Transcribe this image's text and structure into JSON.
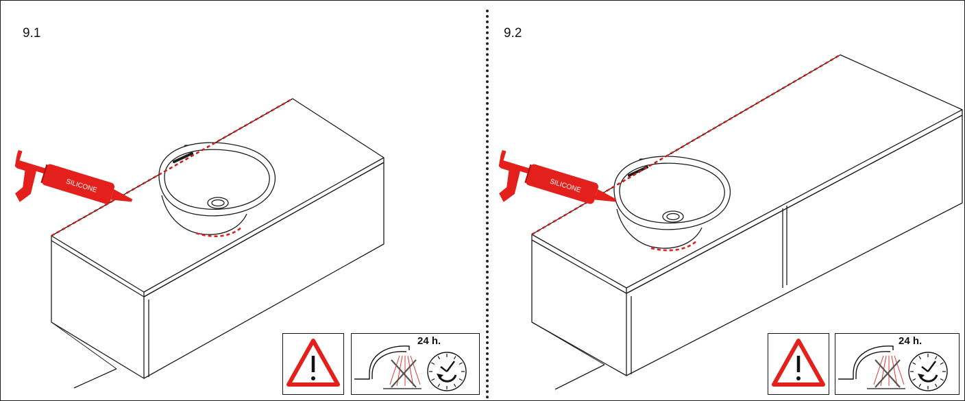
{
  "panels": [
    {
      "step": "9.1"
    },
    {
      "step": "9.2"
    }
  ],
  "cartridge": {
    "label": "SILICONE"
  },
  "icons": {
    "warning": "warning-triangle-icon",
    "faucet": "faucet-no-water-icon",
    "clock": "clock-icon"
  },
  "cure": {
    "time_label": "24 h."
  },
  "colors": {
    "accent_red": "#e3201b",
    "line": "#1a1a1a"
  }
}
